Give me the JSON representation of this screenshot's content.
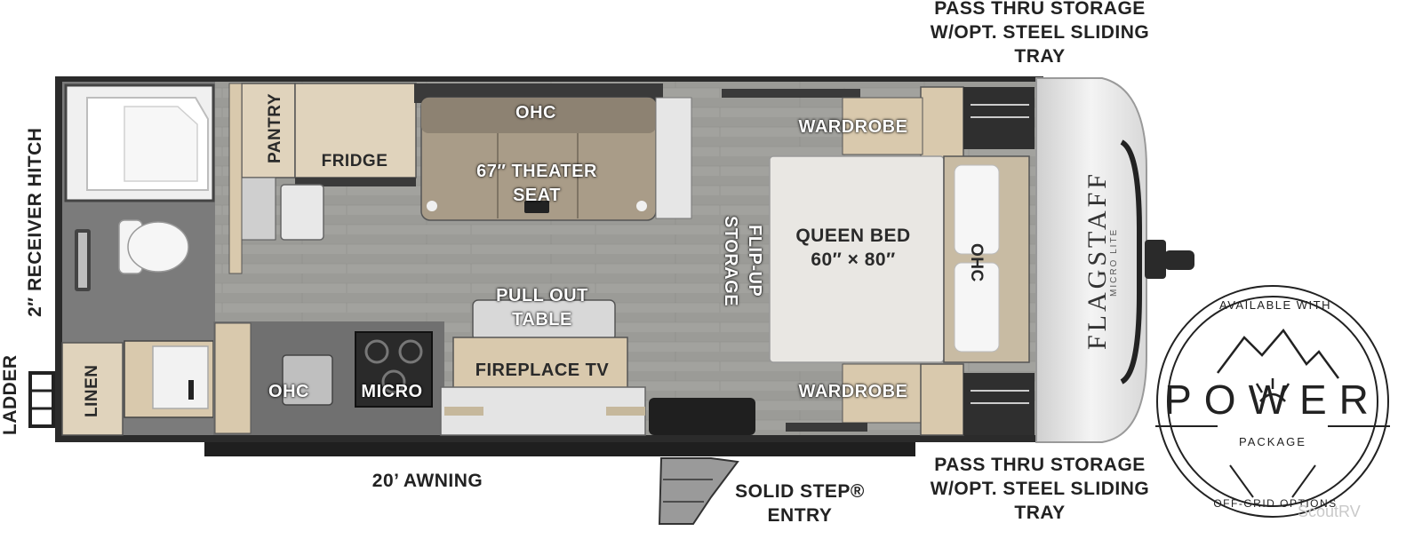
{
  "labels": {
    "ohc_top": "OHC",
    "theater_seat": "67″ THEATER SEAT",
    "pantry": "PANTRY",
    "fridge": "FRIDGE",
    "wardrobe_top": "WARDROBE",
    "wardrobe_bottom": "WARDROBE",
    "flip_up_storage": "FLIP-UP STORAGE",
    "queen_bed": "QUEEN BED 60″ × 80″",
    "ohc_bed": "OHC",
    "pull_out_table": "PULL OUT TABLE",
    "fireplace_tv": "FIREPLACE TV",
    "ohc_kitchen": "OHC",
    "micro": "MICRO",
    "linen": "LINEN",
    "receiver_hitch": "2″ RECEIVER HITCH",
    "ladder": "LADDER",
    "awning": "20’ AWNING",
    "solid_step": "SOLID STEP® ENTRY",
    "pass_thru_top": "PASS THRU STORAGE W/OPT. STEEL SLIDING TRAY",
    "pass_thru_bottom": "PASS THRU STORAGE W/OPT. STEEL SLIDING TRAY",
    "brand": "FLAGSTAFF",
    "brand_sub": "MICRO LITE"
  },
  "badge": {
    "top_text": "AVAILABLE WITH",
    "title": "POWER",
    "package": "PACKAGE",
    "bottom_text": "OFF-GRID OPTIONS"
  },
  "watermark": "ScoutRV",
  "colors": {
    "floor": "#9a9a96",
    "wall": "#2b2b2b",
    "wood": "#d9c9ad",
    "bed": "#e9e7e3",
    "cabinet": "#e0d3bc"
  }
}
